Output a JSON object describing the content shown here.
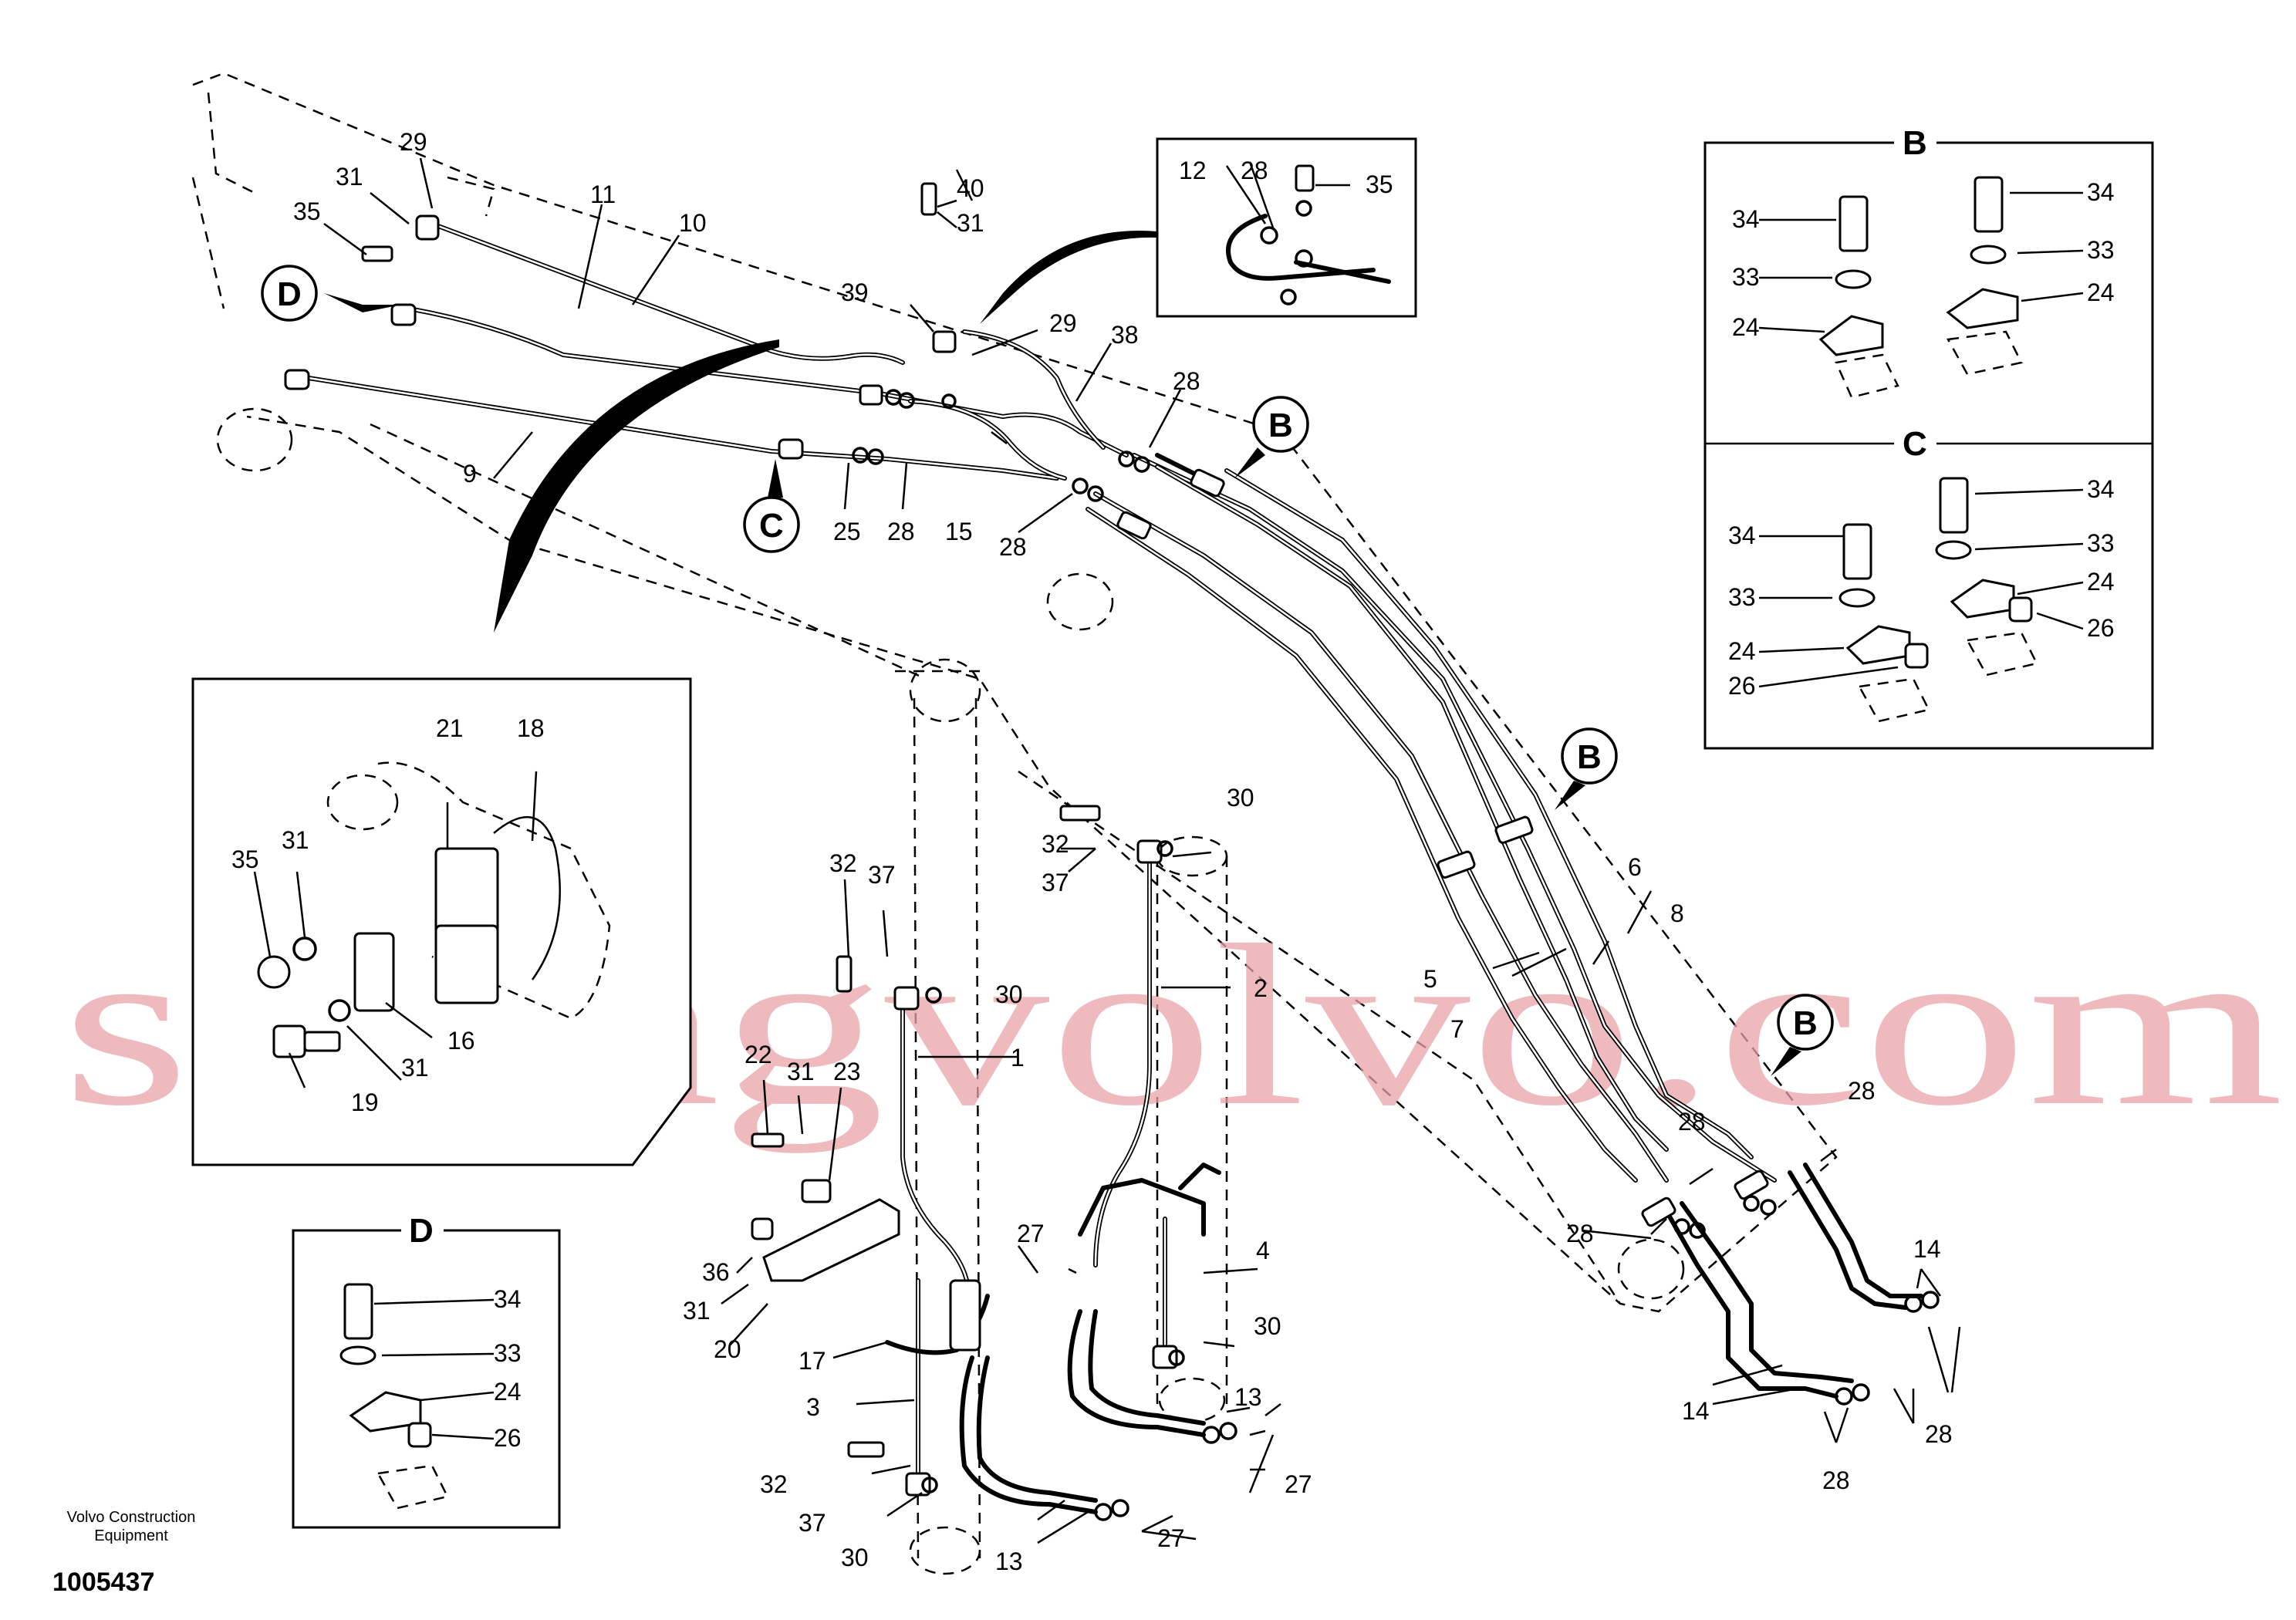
{
  "callouts": {
    "b_top": "B",
    "b_mid": "B",
    "b_low": "B",
    "c_main": "C",
    "d_main": "D"
  },
  "panels": {
    "b_title": "B",
    "c_title": "C",
    "d_title": "D"
  },
  "footer": {
    "company": "Volvo Construction Equipment",
    "drawing_number": "1005437"
  },
  "watermark": "strongvolvo.com"
}
